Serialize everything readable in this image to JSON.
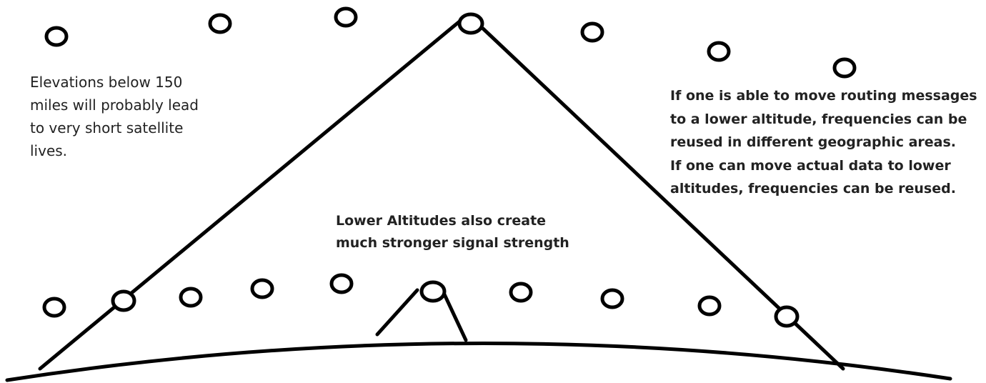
{
  "notes": {
    "left": {
      "lines": [
        "Elevations below 150",
        "miles will probably lead",
        "to very short satellite",
        "lives."
      ]
    },
    "right": {
      "lines": [
        "If one is able to move routing messages",
        "to a lower altitude, frequencies can be",
        "reused in different geographic areas.",
        "If one can move actual data to lower",
        "altitudes,  frequencies can be reused."
      ]
    },
    "center": {
      "lines": [
        "Lower Altitudes also create",
        "much stronger signal strength"
      ]
    }
  },
  "colors": {
    "ink": "#000000",
    "text": "#222222",
    "background": "#ffffff"
  }
}
